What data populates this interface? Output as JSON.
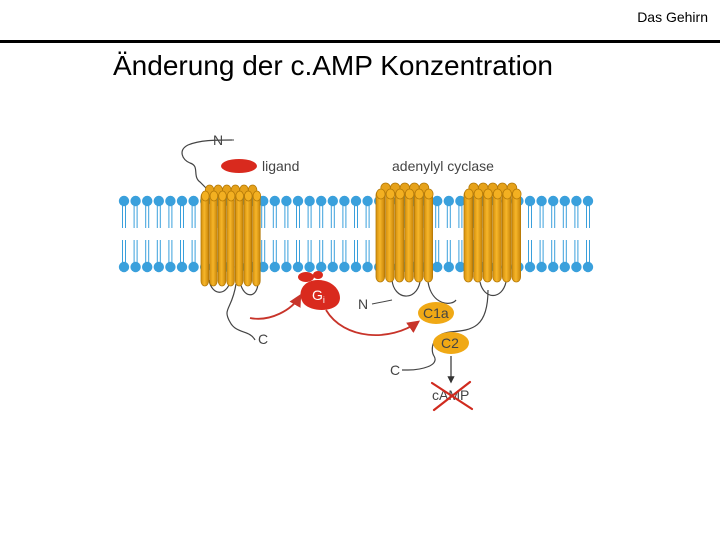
{
  "header": {
    "section_label": "Das Gehirn"
  },
  "slide": {
    "title": "Änderung der c.AMP Konzentration"
  },
  "diagram": {
    "labels": {
      "receptor_n_terminus": "N",
      "receptor_c_terminus": "C",
      "ligand": "ligand",
      "adenylyl_cyclase": "adenylyl cyclase",
      "g_protein_main": "G",
      "g_protein_sub": "i",
      "cyclase_n_terminus": "N",
      "domain_c1a": "C1a",
      "domain_c2": "C2",
      "cyclase_c_terminus": "C",
      "camp": "cAMP"
    },
    "colors": {
      "membrane_head": "#3aa0dc",
      "membrane_tail": "#3aa0dc",
      "helix_fill": "#f0a915",
      "helix_stroke": "#b57a08",
      "ligand": "#d92a1e",
      "g_protein": "#d92a1e",
      "arrow": "#c8342a",
      "inhibition_cross": "#d02a1e",
      "domain_fill": "#f0a915"
    },
    "icons": {
      "inhibition": "cross-icon",
      "activation": "curved-arrow-icon"
    }
  }
}
